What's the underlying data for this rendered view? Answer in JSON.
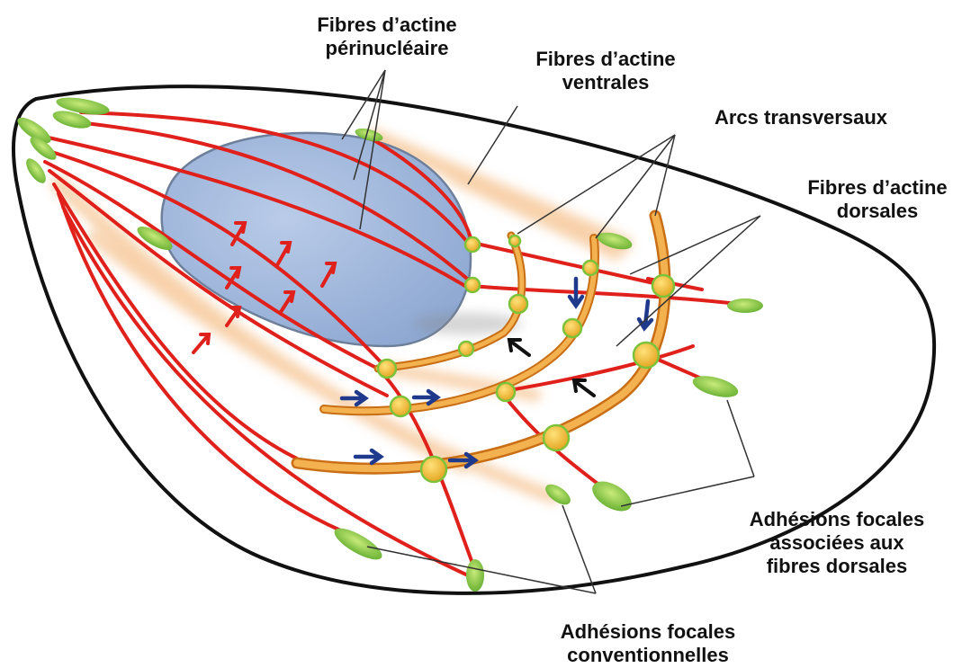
{
  "labels": {
    "perinuclear": {
      "line1": "Fibres d’actine",
      "line2": "périnucléaire"
    },
    "ventral": {
      "line1": "Fibres d’actine",
      "line2": "ventrales"
    },
    "transverse": {
      "line1": "Arcs transversaux"
    },
    "dorsal": {
      "line1": "Fibres d’actine",
      "line2": "dorsales"
    },
    "dorsal_adhesions": {
      "line1": "Adhésions focales",
      "line2": "associées aux",
      "line3": "fibres dorsales"
    },
    "conventional_adhesions": {
      "line1": "Adhésions focales",
      "line2": "conventionnelles"
    }
  },
  "colors": {
    "cell_outline": "#111111",
    "nucleus": "#9fb6d9",
    "actin_fiber": "#e0201b",
    "ventral_glow": "#f6c28f",
    "transverse_arc": "#e08a26",
    "focal_adhesion": "#7cc23a",
    "junction": "#f2b928",
    "flow_arrow_red": "#e0201b",
    "flow_arrow_blue": "#1f3a8c",
    "flow_arrow_black": "#111111"
  }
}
